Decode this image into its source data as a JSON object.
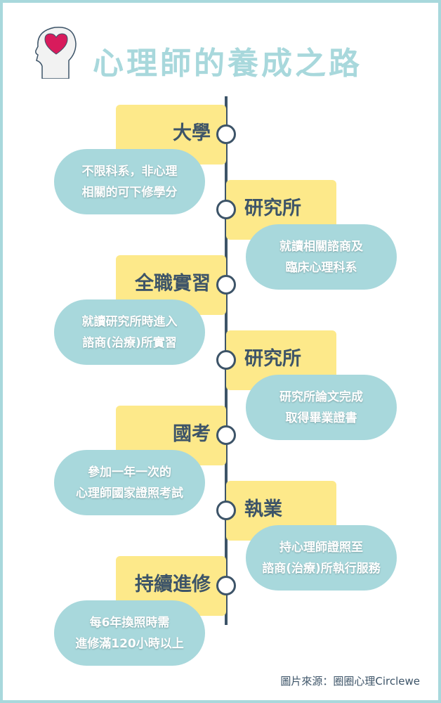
{
  "title": "心理師的養成之路",
  "colors": {
    "accent": "#a8d8dc",
    "label_bg": "#fde98a",
    "dark": "#3d5468",
    "heart": "#d81b5c"
  },
  "steps": [
    {
      "label": "大學",
      "desc": "不限科系，非心理\n相關的可下修學分",
      "side": "left"
    },
    {
      "label": "研究所",
      "desc": "就讀相關諮商及\n臨床心理科系",
      "side": "right"
    },
    {
      "label": "全職實習",
      "desc": "就讀研究所時進入\n諮商(治療)所實習",
      "side": "left"
    },
    {
      "label": "研究所",
      "desc": "研究所論文完成\n取得畢業證書",
      "side": "right"
    },
    {
      "label": "國考",
      "desc": "參加一年一次的\n心理師國家證照考試",
      "side": "left"
    },
    {
      "label": "執業",
      "desc": "持心理師證照至\n諮商(治療)所執行服務",
      "side": "right"
    },
    {
      "label": "持續進修",
      "desc": "每6年換照時需\n進修滿120小時以上",
      "side": "left"
    }
  ],
  "source": "圖片來源：圈圈心理Circlewe"
}
